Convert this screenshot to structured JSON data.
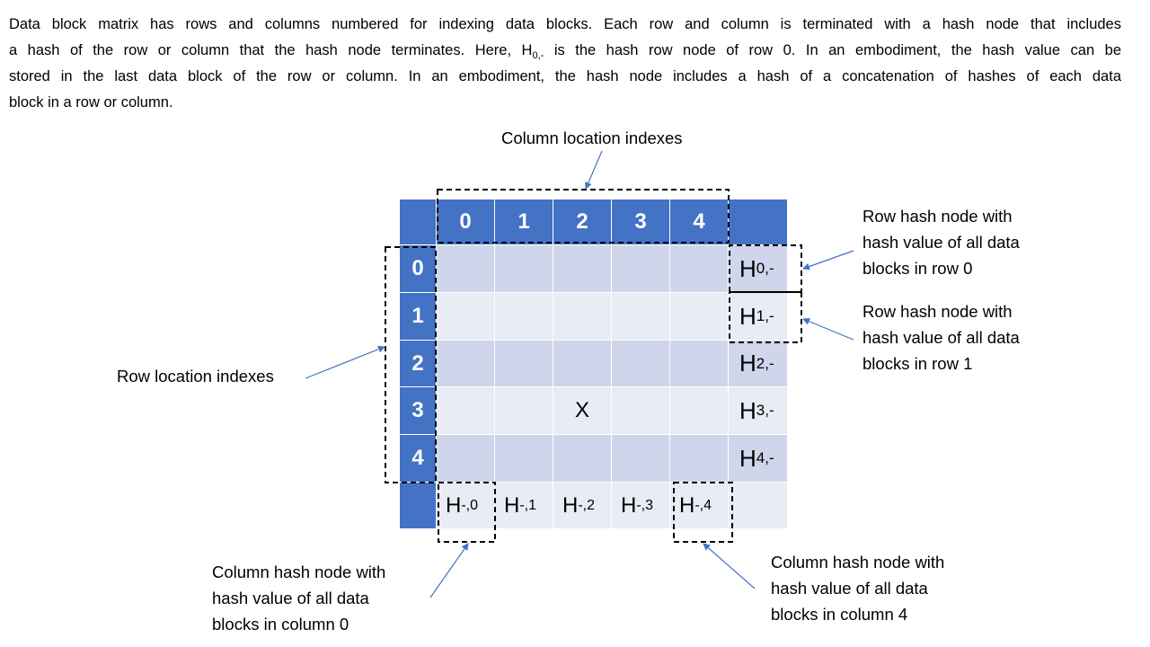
{
  "paragraph": {
    "line1": "Data block matrix has rows and columns numbered for indexing data blocks. Each row and column is terminated with a hash node that includes",
    "line2_before": "a hash of the row or column that the hash node terminates.  Here, H",
    "line2_sub": "0,-",
    "line2_after": " is the hash row node of row 0.  In an embodiment, the hash value can be",
    "line3": "stored in the last data block of the row or column.  In an embodiment, the hash node includes a hash of a concatenation of hashes of each data",
    "line4": "block in a row or column."
  },
  "labels": {
    "column_indexes": "Column location indexes",
    "row_indexes": "Row location indexes",
    "row_hash_0": [
      "Row hash node with",
      "hash value of all data",
      "blocks in row 0"
    ],
    "row_hash_1": [
      "Row hash node with",
      "hash value of all data",
      "blocks in row 1"
    ],
    "col_hash_0": [
      "Column hash node with",
      "hash value of all data",
      "blocks in column 0"
    ],
    "col_hash_4": [
      "Column hash node with",
      "hash value of all data",
      "blocks in column 4"
    ]
  },
  "matrix": {
    "column_headers": [
      "0",
      "1",
      "2",
      "3",
      "4"
    ],
    "row_headers": [
      "0",
      "1",
      "2",
      "3",
      "4"
    ],
    "marked_cell": {
      "row": 3,
      "col": 2,
      "text": "X"
    },
    "row_hash": [
      {
        "main": "H",
        "sub": "0,-"
      },
      {
        "main": "H",
        "sub": "1,-"
      },
      {
        "main": "H",
        "sub": "2,-"
      },
      {
        "main": "H",
        "sub": "3,-"
      },
      {
        "main": "H",
        "sub": "4,-"
      }
    ],
    "col_hash": [
      {
        "main": "H",
        "sub": "-,0"
      },
      {
        "main": "H",
        "sub": "-,1"
      },
      {
        "main": "H",
        "sub": "-,2"
      },
      {
        "main": "H",
        "sub": "-,3"
      },
      {
        "main": "H",
        "sub": "-,4"
      }
    ]
  },
  "colors": {
    "header": "#4472C4",
    "row_dark": "#CFD5EA",
    "row_light": "#E9EBF5",
    "arrow": "#4472C4"
  }
}
